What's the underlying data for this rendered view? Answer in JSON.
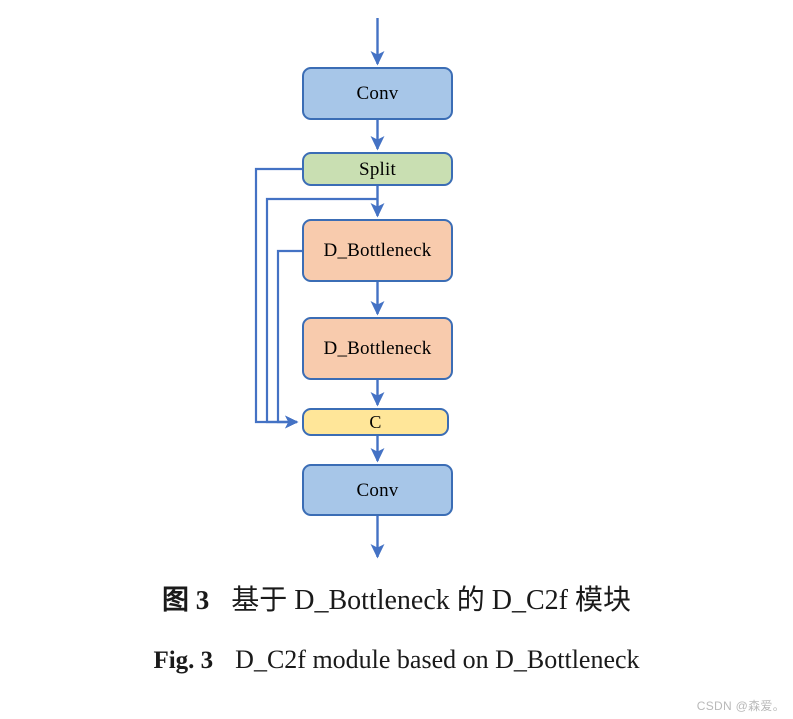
{
  "figure": {
    "nodes": [
      {
        "id": "conv-top",
        "label": "Conv",
        "fill": "#A7C6E8",
        "border": "#3B6DB5",
        "shape": "rounded-rect"
      },
      {
        "id": "split",
        "label": "Split",
        "fill": "#C9DFB2",
        "border": "#3B6DB5",
        "shape": "rounded-rect"
      },
      {
        "id": "bottleneck-1",
        "label": "D_Bottleneck",
        "fill": "#F8CBAD",
        "border": "#3B6DB5",
        "shape": "rounded-rect"
      },
      {
        "id": "bottleneck-2",
        "label": "D_Bottleneck",
        "fill": "#F8CBAD",
        "border": "#3B6DB5",
        "shape": "rounded-rect"
      },
      {
        "id": "concat",
        "label": "C",
        "fill": "#FFE699",
        "border": "#3B6DB5",
        "shape": "rounded-rect"
      },
      {
        "id": "conv-bottom",
        "label": "Conv",
        "fill": "#A7C6E8",
        "border": "#3B6DB5",
        "shape": "rounded-rect"
      }
    ],
    "edges": [
      {
        "id": "input-to-conv-top",
        "from": "input",
        "to": "conv-top",
        "type": "arrow"
      },
      {
        "id": "conv-top-to-split",
        "from": "conv-top",
        "to": "split",
        "type": "arrow"
      },
      {
        "id": "split-to-bottleneck-1",
        "from": "split",
        "to": "bottleneck-1",
        "type": "arrow"
      },
      {
        "id": "bottleneck-1-to-bottleneck-2",
        "from": "bottleneck-1",
        "to": "bottleneck-2",
        "type": "arrow"
      },
      {
        "id": "bottleneck-2-to-concat",
        "from": "bottleneck-2",
        "to": "concat",
        "type": "arrow"
      },
      {
        "id": "concat-to-conv-bottom",
        "from": "concat",
        "to": "conv-bottom",
        "type": "arrow"
      },
      {
        "id": "conv-bottom-to-output",
        "from": "conv-bottom",
        "to": "output",
        "type": "arrow"
      },
      {
        "id": "skip-split-to-concat",
        "from": "split",
        "to": "concat",
        "type": "skip-arrow"
      },
      {
        "id": "skip-splitbranch-to-concat",
        "from": "split",
        "to": "concat",
        "type": "skip-arrow"
      },
      {
        "id": "skip-bottleneck-1-to-concat",
        "from": "bottleneck-1",
        "to": "concat",
        "type": "skip-arrow"
      }
    ],
    "edge_color": "#4472C4"
  },
  "caption_cn": {
    "tag": "图 3",
    "text": "基于 D_Bottleneck 的 D_C2f 模块"
  },
  "caption_en": {
    "tag": "Fig. 3",
    "text": "D_C2f module based on D_Bottleneck"
  },
  "watermark": {
    "text": "CSDN @森爱。"
  }
}
